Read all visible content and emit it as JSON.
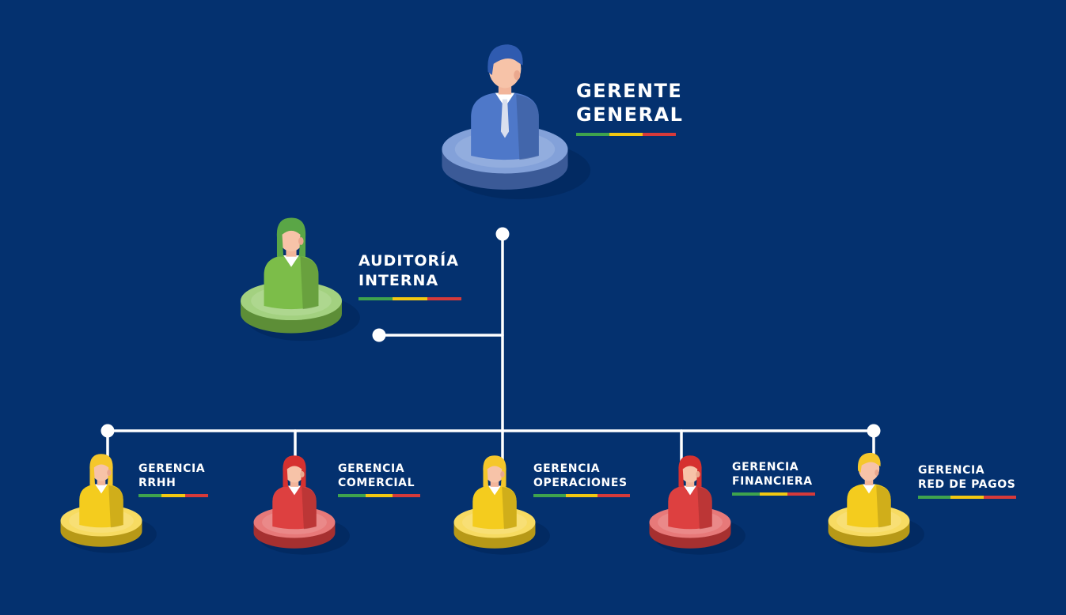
{
  "colors": {
    "background": "#04316f",
    "connector": "#ffffff",
    "accent_bar": [
      "#3fa34d",
      "#f2c811",
      "#d63a3a"
    ],
    "blue": "#4e78c9",
    "green": "#7cbd49",
    "yellow": "#f4cc1e",
    "red": "#dd4040"
  },
  "nodes": [
    {
      "id": "gerente-general",
      "label_lines": [
        "GERENTE",
        "GENERAL"
      ],
      "color": "blue",
      "size": "big"
    },
    {
      "id": "auditoria-interna",
      "label_lines": [
        "AUDITORÍA",
        "INTERNA"
      ],
      "color": "green",
      "size": "mid"
    },
    {
      "id": "gerencia-rrhh",
      "label_lines": [
        "GERENCIA",
        "RRHH"
      ],
      "color": "yellow",
      "size": "small"
    },
    {
      "id": "gerencia-comercial",
      "label_lines": [
        "GERENCIA",
        "COMERCIAL"
      ],
      "color": "red",
      "size": "small"
    },
    {
      "id": "gerencia-operaciones",
      "label_lines": [
        "GERENCIA",
        "OPERACIONES"
      ],
      "color": "yellow",
      "size": "small"
    },
    {
      "id": "gerencia-financiera",
      "label_lines": [
        "GERENCIA",
        "FINANCIERA"
      ],
      "color": "red",
      "size": "small"
    },
    {
      "id": "gerencia-red-de-pagos",
      "label_lines": [
        "GERENCIA",
        "RED DE PAGOS"
      ],
      "color": "yellow",
      "size": "small"
    }
  ],
  "edges": [
    {
      "from": "gerente-general",
      "to": "auditoria-interna"
    },
    {
      "from": "gerente-general",
      "to": "gerencia-rrhh"
    },
    {
      "from": "gerente-general",
      "to": "gerencia-comercial"
    },
    {
      "from": "gerente-general",
      "to": "gerencia-operaciones"
    },
    {
      "from": "gerente-general",
      "to": "gerencia-financiera"
    },
    {
      "from": "gerente-general",
      "to": "gerencia-red-de-pagos"
    }
  ]
}
